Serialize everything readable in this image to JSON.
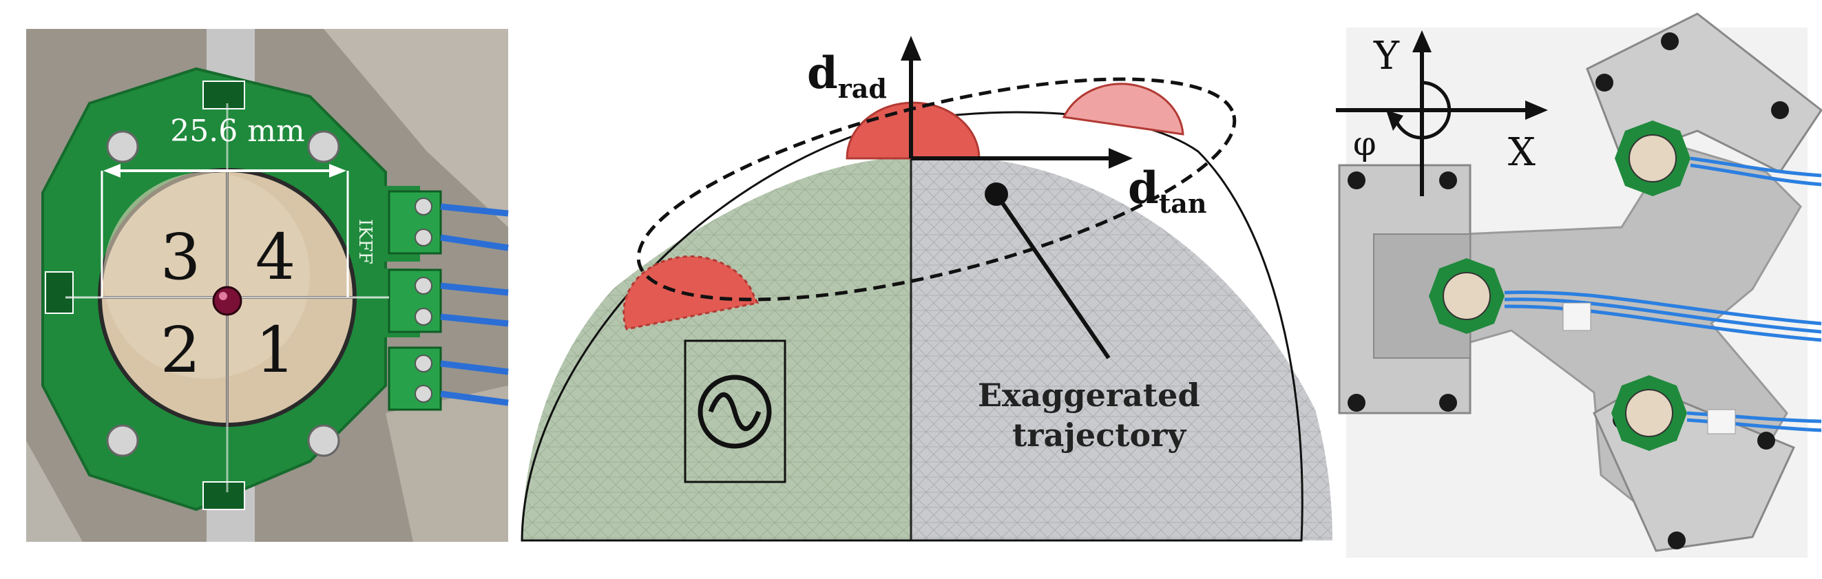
{
  "left_panel": {
    "dimension_label": "25.6 mm",
    "board_marking": "IKFF",
    "quadrants": [
      "3",
      "4",
      "2",
      "1"
    ]
  },
  "middle_panel": {
    "radial_label": "d",
    "radial_subscript": "rad",
    "tangential_label": "d",
    "tangential_subscript": "tan",
    "annotation_line1": "Exaggerated",
    "annotation_line2": "trajectory",
    "source_icon": "sine-wave-icon"
  },
  "right_panel": {
    "axis_y": "Y",
    "axis_x": "X",
    "angle": "φ"
  },
  "colors": {
    "pcb_green": "#1f8a3c",
    "mesh_green": "#b5c6ae",
    "mesh_gray": "#c9cacd",
    "red_cap": "#e25a52",
    "pink_cap": "#f0a3a3",
    "aluminum": "#c8c8c8"
  }
}
